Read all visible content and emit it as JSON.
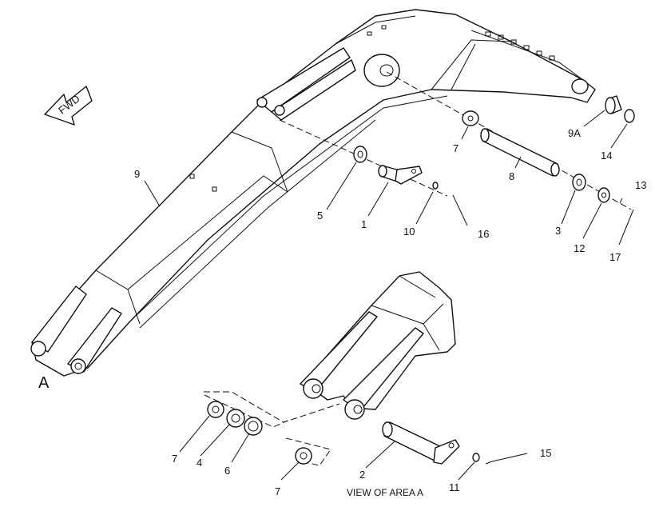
{
  "diagram": {
    "caption": "VIEW OF AREA A",
    "view_marker": "A",
    "direction_arrow": "FWD",
    "callouts": {
      "c1": "1",
      "c2": "2",
      "c3": "3",
      "c4": "4",
      "c5": "5",
      "c6": "6",
      "c7a": "7",
      "c7b": "7",
      "c7c": "7",
      "c8": "8",
      "c9": "9",
      "c9a": "9A",
      "c10": "10",
      "c11": "11",
      "c12": "12",
      "c13": "13",
      "c14": "14",
      "c15": "15",
      "c16": "16",
      "c17": "17"
    }
  }
}
